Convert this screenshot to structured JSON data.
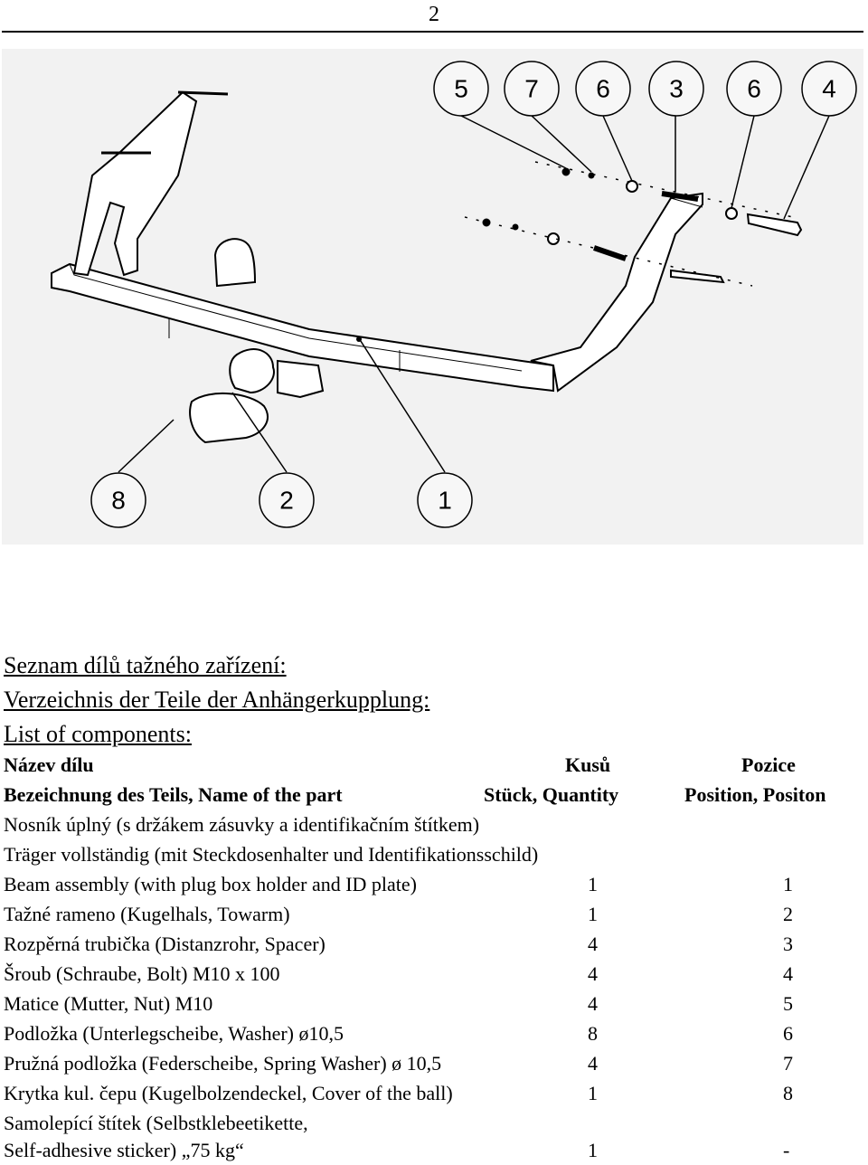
{
  "page_number": "2",
  "diagram": {
    "callouts": [
      "5",
      "7",
      "6",
      "3",
      "6",
      "4",
      "8",
      "2",
      "1"
    ]
  },
  "headings": [
    "Seznam dílů tažného zařízení:",
    "Verzeichnis der Teile der Anhängerkupplung:",
    "List of components:"
  ],
  "table_header": {
    "row1": {
      "name": "Název dílu",
      "qty": "Kusů",
      "pos": "Pozice"
    },
    "row2": {
      "name": "Bezeichnung des Teils, Name of the part",
      "qty": "Stück, Quantity",
      "pos": "Position, Positon"
    }
  },
  "rows": [
    {
      "name": "Nosník úplný (s držákem zásuvky a identifikačním štítkem)",
      "qty": "",
      "pos": ""
    },
    {
      "name": "Träger vollständig (mit Steckdosenhalter und Identifikationsschild)",
      "qty": "",
      "pos": ""
    },
    {
      "name": "Beam assembly (with plug box holder and ID plate)",
      "qty": "1",
      "pos": "1"
    },
    {
      "name": "Tažné rameno (Kugelhals, Towarm)",
      "qty": "1",
      "pos": "2"
    },
    {
      "name": "Rozpěrná trubička (Distanzrohr, Spacer)",
      "qty": "4",
      "pos": "3"
    },
    {
      "name": "Šroub (Schraube, Bolt) M10 x 100",
      "qty": "4",
      "pos": "4"
    },
    {
      "name": "Matice (Mutter, Nut) M10",
      "qty": "4",
      "pos": "5"
    },
    {
      "name": "Podložka (Unterlegscheibe, Washer) ø10,5",
      "qty": "8",
      "pos": "6"
    },
    {
      "name": "Pružná podložka (Federscheibe, Spring Washer) ø 10,5",
      "qty": "4",
      "pos": "7"
    },
    {
      "name": "Krytka kul. čepu (Kugelbolzendeckel, Cover of the ball)",
      "qty": "1",
      "pos": "8"
    },
    {
      "name": "Samolepící štítek (Selbstklebeetikette,",
      "qty": "",
      "pos": ""
    },
    {
      "name": "Self-adhesive sticker) „75 kg“",
      "qty": "1",
      "pos": "-"
    }
  ]
}
